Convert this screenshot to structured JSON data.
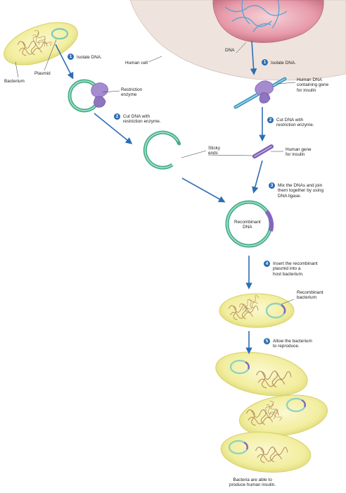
{
  "labels": {
    "bacterium": "Bacterium",
    "plasmid": "Plasmid",
    "human_cell": "Human cell",
    "dna": "DNA",
    "restriction_enzyme": "Restriction\nenzyme",
    "human_dna": "Human DNA\ncontaining gene\nfor insulin",
    "sticky_ends": "Sticky\nends",
    "human_gene": "Human gene\nfor insulin",
    "recombinant_dna": "Recombinant\nDNA",
    "recombinant_bacterium": "Recombinant\nbacterium",
    "final": "Bacteria are able to\nproduce human insulin."
  },
  "steps": [
    {
      "num": "1",
      "text": "Isolate DNA."
    },
    {
      "num": "1",
      "text": "Isolate DNA."
    },
    {
      "num": "2",
      "text": "Cut DNA with\nrestriction enzyme."
    },
    {
      "num": "2",
      "text": "Cut DNA with\nrestriction enzyme."
    },
    {
      "num": "3",
      "text": "Mix the DNAs and join\nthem together by using\nDNA ligase."
    },
    {
      "num": "4",
      "text": "Insert the recombinant\nplasmid into a\nhost bacterium."
    },
    {
      "num": "5",
      "text": "Allow the bacterium\nto reproduce."
    }
  ],
  "colors": {
    "arrow": "#2f6db3",
    "step_badge": "#2b6cb0",
    "bacterium_fill": "#f3f0a8",
    "plasmid": "#5fbf9c",
    "enzyme": "#9b7cc2",
    "dna_strand": "#62b7d6",
    "human_cell": "#eee4dd",
    "nucleus": "#e7a3b0"
  }
}
